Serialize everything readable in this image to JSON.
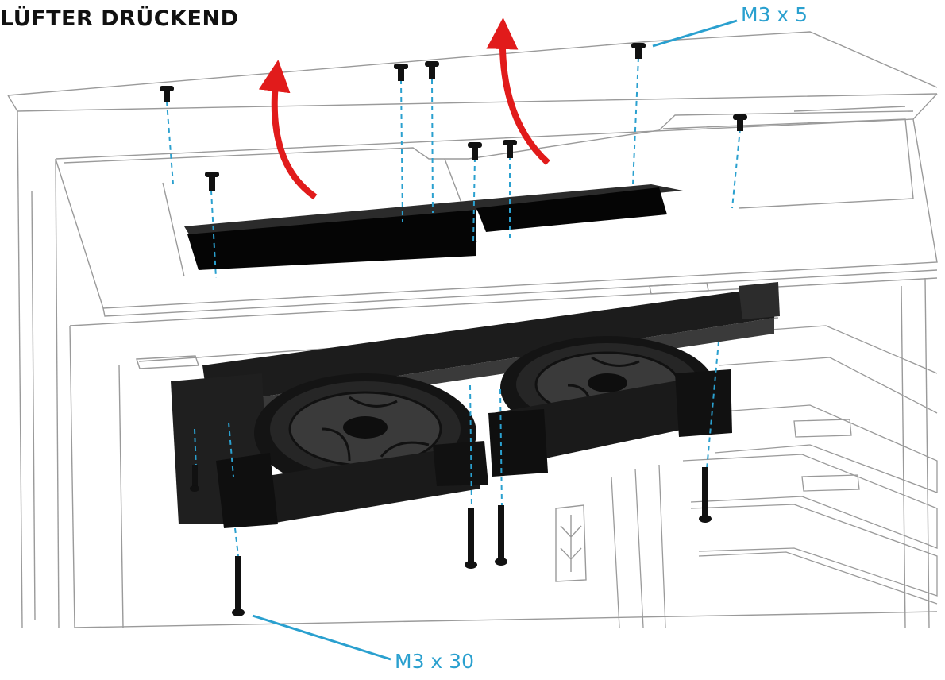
{
  "heading": "LÜFTER DRÜCKEND",
  "callouts": {
    "top_screw": "M3 x 5",
    "bottom_screw": "M3 x 30"
  },
  "colors": {
    "callout": "#2aa0cf",
    "airflow_arrow": "#e11b1b",
    "fan": "#1a1a1a",
    "case_line": "#8a8a8a"
  },
  "icons": [
    "airflow-arrow-icon",
    "short-screw-icon",
    "long-screw-icon",
    "fan-icon"
  ]
}
